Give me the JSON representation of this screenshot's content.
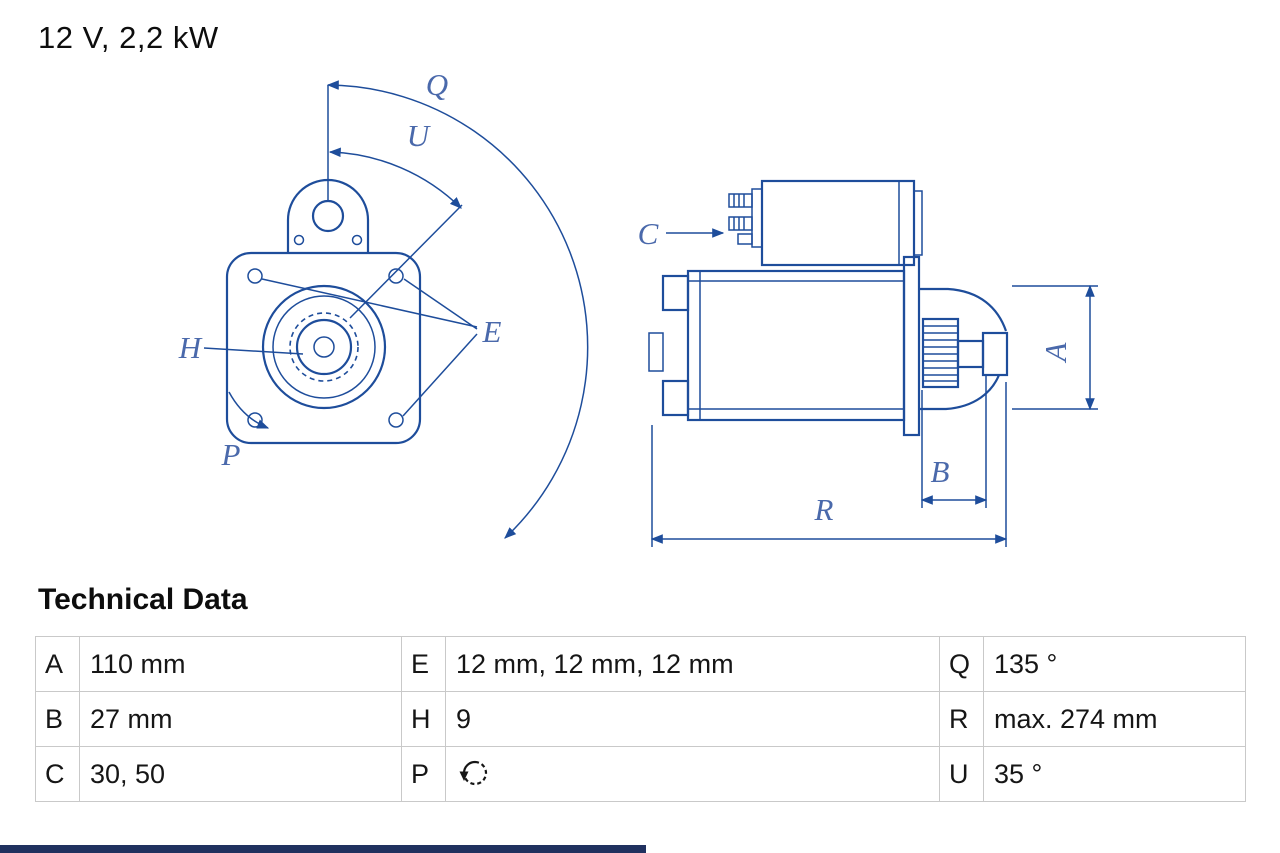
{
  "title": "12 V, 2,2 kW",
  "drawing": {
    "labels": {
      "Q": "Q",
      "U": "U",
      "E": "E",
      "H": "H",
      "P": "P",
      "C": "C",
      "A": "A",
      "B": "B",
      "R": "R"
    }
  },
  "technical_data": {
    "heading": "Technical Data",
    "rows": [
      [
        {
          "key": "A",
          "value": "110 mm"
        },
        {
          "key": "E",
          "value": "12 mm, 12 mm, 12 mm"
        },
        {
          "key": "Q",
          "value": "135 °"
        }
      ],
      [
        {
          "key": "B",
          "value": "27 mm"
        },
        {
          "key": "H",
          "value": "9"
        },
        {
          "key": "R",
          "value": "max. 274 mm"
        }
      ],
      [
        {
          "key": "C",
          "value": "30, 50"
        },
        {
          "key": "P",
          "value": "",
          "icon": "rotation-ccw-icon"
        },
        {
          "key": "U",
          "value": "35 °"
        }
      ]
    ]
  },
  "colors": {
    "line_blue": "#1e4d9b",
    "label_blue": "#4a69ab",
    "table_border": "#c9c9c9",
    "bottom_bar": "#20315f"
  }
}
